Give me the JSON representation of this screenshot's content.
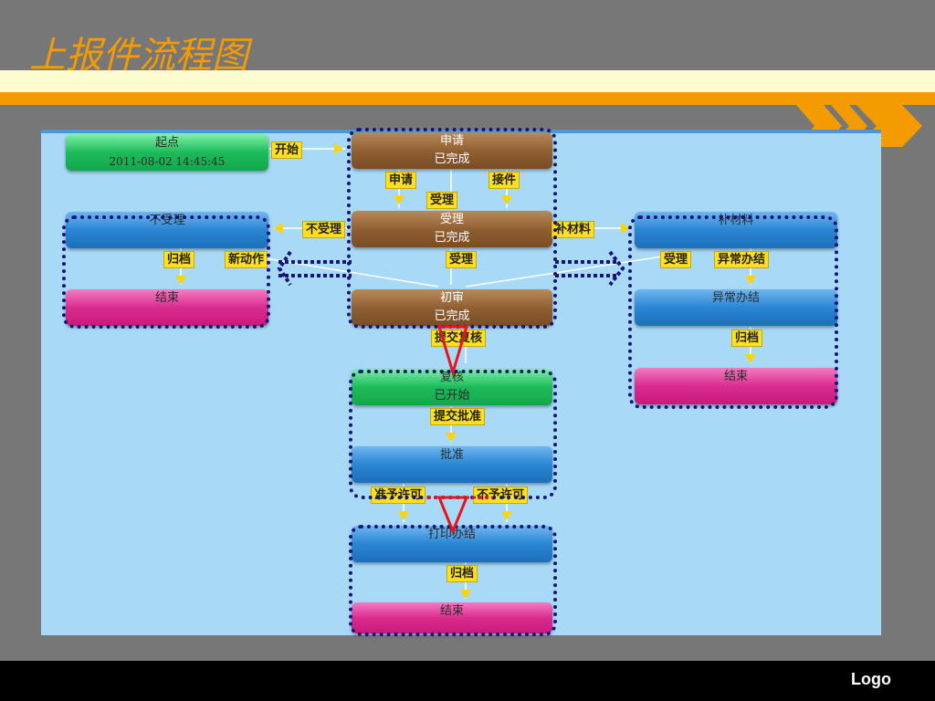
{
  "slide": {
    "title": "上报件流程图",
    "logo": "Logo"
  },
  "nodes": {
    "start": {
      "title": "起点",
      "status": "2011-08-02  14:45:45"
    },
    "apply": {
      "title": "申请",
      "status": "已完成"
    },
    "accept": {
      "title": "受理",
      "status": "已完成"
    },
    "initial_review": {
      "title": "初审",
      "status": "已完成"
    },
    "review": {
      "title": "复核",
      "status": "已开始"
    },
    "approve": {
      "title": "批准",
      "status": ""
    },
    "print": {
      "title": "打印办结",
      "status": ""
    },
    "end_center": {
      "title": "结束"
    },
    "reject": {
      "title": "不受理"
    },
    "end_left": {
      "title": "结束"
    },
    "supplement": {
      "title": "补材料"
    },
    "abnormal": {
      "title": "异常办结"
    },
    "end_right": {
      "title": "结束"
    }
  },
  "labels": {
    "start_to_apply": "开始",
    "apply_a": "申请",
    "apply_b": "接件",
    "to_accept": "受理",
    "to_reject": "不受理",
    "to_supplement": "补材料",
    "to_initial": "受理",
    "reject_archive": "归档",
    "reject_new": "新动作",
    "supp_accept": "受理",
    "supp_abnormal": "异常办结",
    "abnormal_archive": "归档",
    "submit_review": "提交复核",
    "submit_approve": "提交批准",
    "grant": "准予许可",
    "deny": "不予许可",
    "print_archive": "归档"
  },
  "colors": {
    "title": "#f39b00",
    "band_light": "#fdfbd0",
    "band_orange": "#f39b00",
    "panel": "#a8d9f7",
    "highlight": "#14147a",
    "flow_arrow": "#e8141c",
    "label_bg": "#ffe020"
  }
}
